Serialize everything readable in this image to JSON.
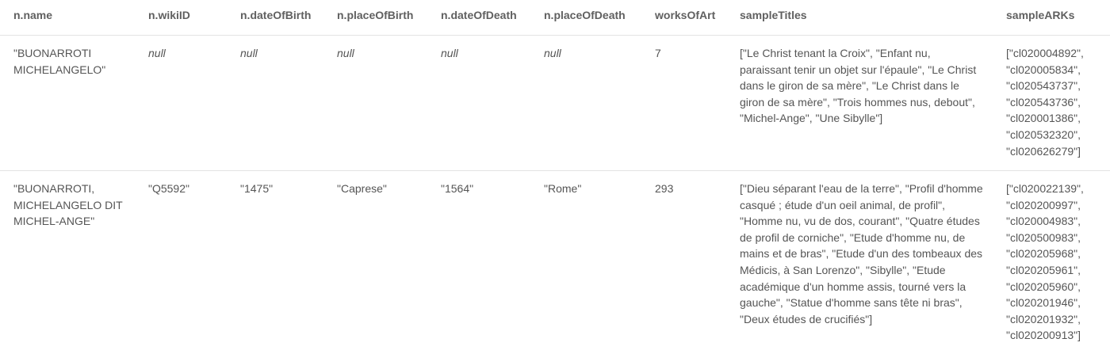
{
  "columns": {
    "name": "n.name",
    "wikiID": "n.wikiID",
    "dateOfBirth": "n.dateOfBirth",
    "placeOfBirth": "n.placeOfBirth",
    "dateOfDeath": "n.dateOfDeath",
    "placeOfDeath": "n.placeOfDeath",
    "worksOfArt": "worksOfArt",
    "sampleTitles": "sampleTitles",
    "sampleARKs": "sampleARKs"
  },
  "rows": [
    {
      "name": "\"BUONARROTI MICHELANGELO\"",
      "wikiID": "null",
      "dateOfBirth": "null",
      "placeOfBirth": "null",
      "dateOfDeath": "null",
      "placeOfDeath": "null",
      "worksOfArt": "7",
      "sampleTitles": "[\"Le Christ tenant la Croix\", \"Enfant nu, paraissant tenir un objet sur l'épaule\", \"Le Christ dans le giron de sa mère\", \"Le Christ dans le giron de sa mère\", \"Trois hommes nus, debout\", \"Michel-Ange\", \"Une Sibylle\"]",
      "sampleARKs": "[\"cl020004892\", \"cl020005834\", \"cl020543737\", \"cl020543736\", \"cl020001386\", \"cl020532320\", \"cl020626279\"]"
    },
    {
      "name": "\"BUONARROTI, MICHELANGELO DIT MICHEL-ANGE\"",
      "wikiID": "\"Q5592\"",
      "dateOfBirth": "\"1475\"",
      "placeOfBirth": "\"Caprese\"",
      "dateOfDeath": "\"1564\"",
      "placeOfDeath": "\"Rome\"",
      "worksOfArt": "293",
      "sampleTitles": "[\"Dieu séparant l'eau de la terre\", \"Profil d'homme casqué ; étude d'un oeil animal, de profil\", \"Homme nu, vu de dos, courant\", \"Quatre études de profil de corniche\", \"Etude d'homme nu, de mains et de bras\", \"Etude d'un des tombeaux des Médicis, à San Lorenzo\", \"Sibylle\", \"Etude académique d'un homme assis, tourné vers la gauche\", \"Statue d'homme sans tête ni bras\", \"Deux études de crucifiés\"]",
      "sampleARKs": "[\"cl020022139\", \"cl020200997\", \"cl020004983\", \"cl020500983\", \"cl020205968\", \"cl020205961\", \"cl020205960\", \"cl020201946\", \"cl020201932\", \"cl020200913\"]"
    }
  ]
}
